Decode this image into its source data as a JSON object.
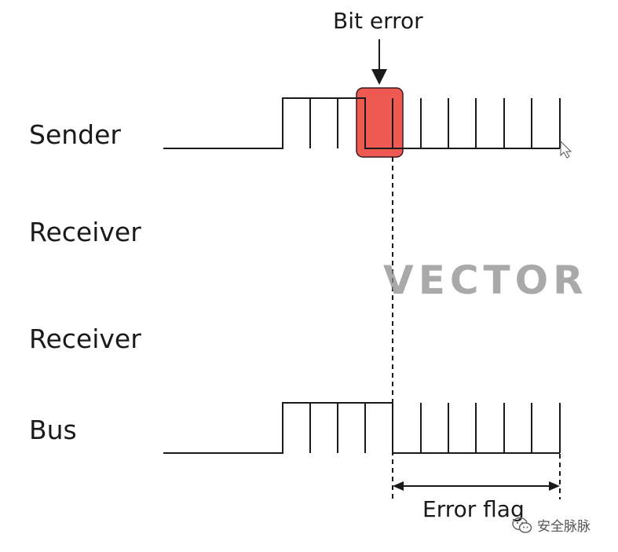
{
  "labels": {
    "sender": "Sender",
    "receiver_1": "Receiver",
    "receiver_2": "Receiver",
    "bus": "Bus",
    "bit_error": "Bit error",
    "error_flag": "Error flag"
  },
  "watermark": "VECTOR",
  "wechat_account": "安全脉脉",
  "colors": {
    "line": "#1a1a1a",
    "error_fill": "#ee5a52",
    "error_stroke": "#3a1a1a",
    "watermark": "#8d8d8d"
  },
  "icons": {
    "bit_error_arrow": "arrow-down-icon",
    "error_flag_span": "double-arrow-icon",
    "wechat": "wechat-icon"
  }
}
